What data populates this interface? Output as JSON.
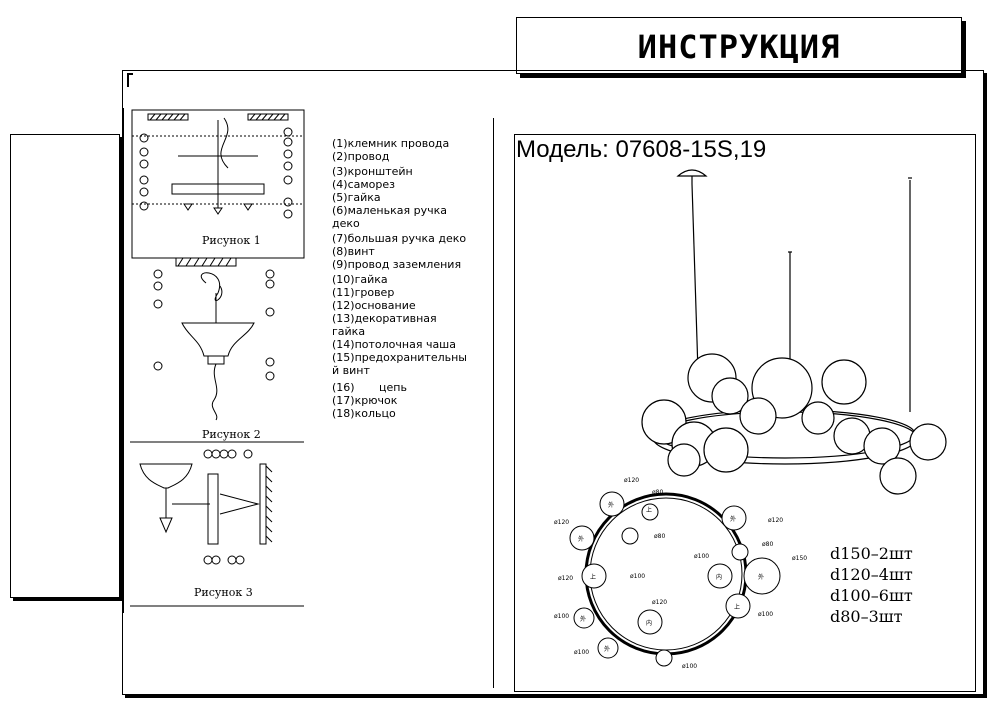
{
  "title": "ИНСТРУКЦИЯ",
  "model_label": "Модель: 07608-15S,19",
  "figures": {
    "fig1": "Рисунок 1",
    "fig2": "Рисунок 2",
    "fig3": "Рисунок 3"
  },
  "legend": [
    "(1)клемник провода",
    "(2)провод",
    "(3)кронштейн",
    "(4)саморез",
    "(5)гайка",
    "(6)маленькая ручка",
    "деко",
    "(7)большая ручка деко",
    "(8)винт",
    "(9)провод заземления",
    "(10)гайка",
    "(11)гровер",
    "(12)основание",
    "(13)декоративная",
    "гайка",
    "(14)потолочная чаша",
    "(15)предохранительны",
    "й винт",
    "(16)       цепь",
    "(17)крючок",
    "(18)кольцо"
  ],
  "quantities": [
    "d150–2шт",
    "d120–4шт",
    "d100–6шт",
    "d80–3шт"
  ],
  "plan_labels": {
    "d150": "ø150",
    "d120": "ø120",
    "d100": "ø100",
    "d80": "ø80",
    "outer": "外",
    "inner": "内",
    "top": "上"
  }
}
